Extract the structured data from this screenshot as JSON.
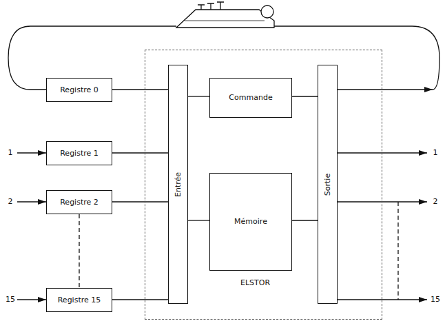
{
  "diagram": {
    "nodes": [
      {
        "text": [
          "Registre 0"
        ]
      },
      {
        "text": [
          "Registre 1"
        ]
      },
      {
        "text": [
          "Registre 2"
        ]
      },
      {
        "text": [
          "Registre 15"
        ]
      },
      {
        "text": [
          "ELSTOR"
        ]
      },
      {
        "text": [
          "Entrée"
        ],
        "in": 4
      },
      {
        "text": [
          "Commande"
        ],
        "in": 4
      },
      {
        "text": [
          "Mémoire"
        ],
        "in": 4
      },
      {
        "text": [
          "Sortie"
        ],
        "in": 4
      }
    ],
    "edges": [
      {
        "from": 0,
        "to": 5,
        "arrow": "none"
      },
      {
        "from": 1,
        "to": 5,
        "arrow": "none"
      },
      {
        "from": 2,
        "to": 5,
        "arrow": "none"
      },
      {
        "from": 3,
        "to": 5,
        "arrow": "none"
      },
      {
        "from": 2,
        "to": 3,
        "arrow": "none"
      },
      {
        "from": 5,
        "to": 6,
        "arrow": "none"
      },
      {
        "from": 5,
        "to": 7,
        "arrow": "none"
      },
      {
        "from": 6,
        "to": 8,
        "arrow": "none"
      },
      {
        "from": 7,
        "to": 8,
        "arrow": "none"
      }
    ],
    "labels": [
      "1",
      "2",
      "15",
      "1",
      "2",
      "15"
    ]
  }
}
